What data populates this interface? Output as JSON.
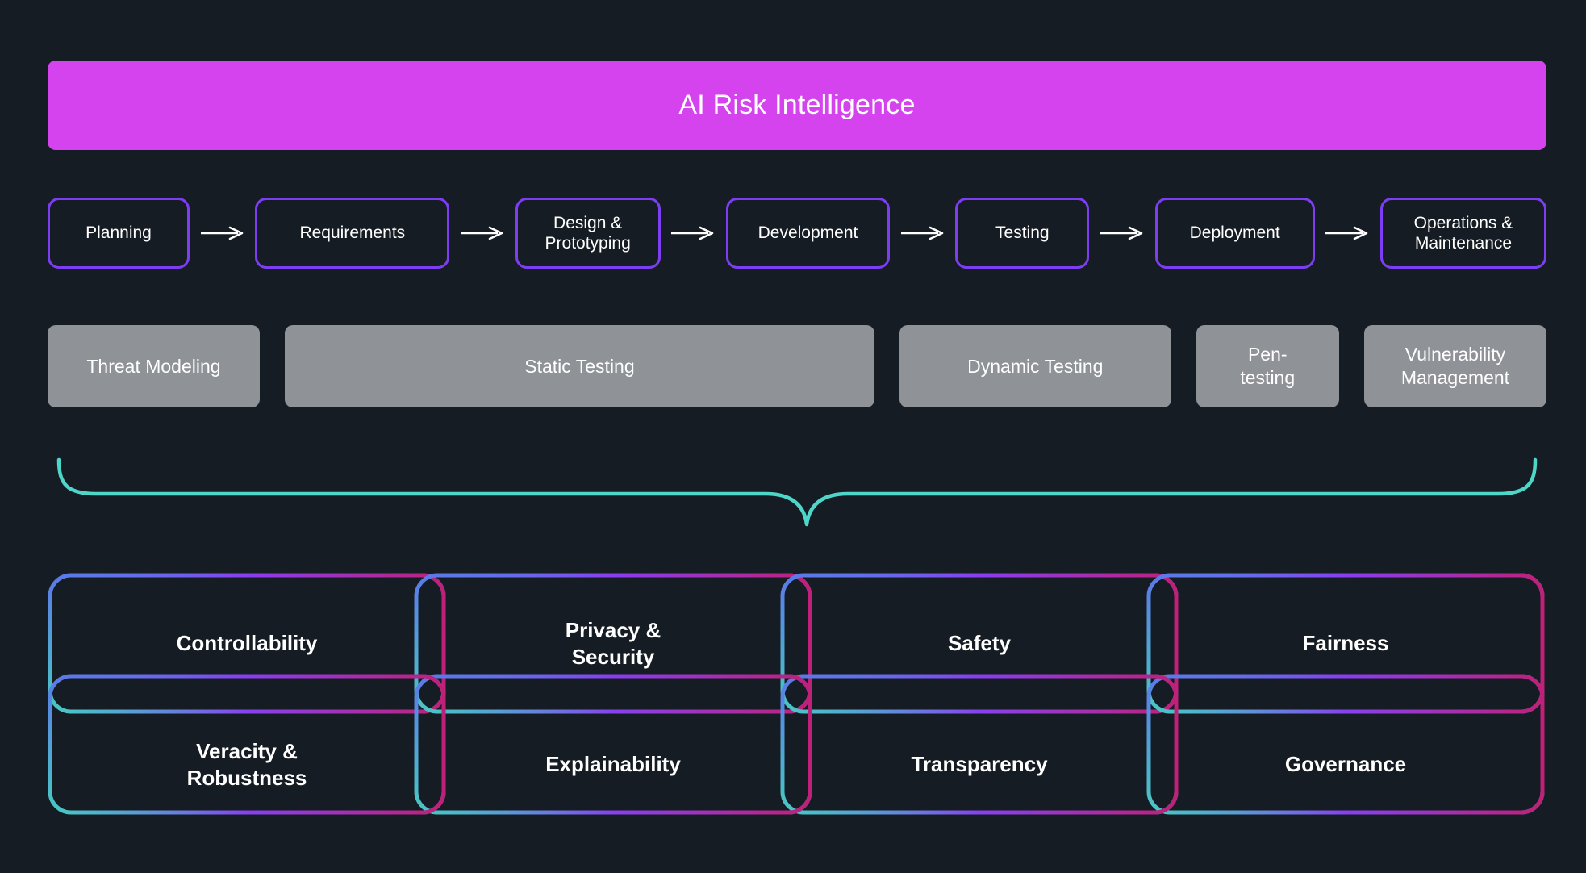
{
  "banner": {
    "title": "AI Risk Intelligence"
  },
  "lifecycle": {
    "phases": [
      "Planning",
      "Requirements",
      "Design & Prototyping",
      "Development",
      "Testing",
      "Deployment",
      "Operations & Maintenance"
    ]
  },
  "activities": {
    "items": [
      "Threat Modeling",
      "Static Testing",
      "Dynamic Testing",
      "Pen-testing",
      "Vulnerability Management"
    ]
  },
  "risk_dimensions": {
    "top_row": [
      "Controllability",
      "Privacy & Security",
      "Safety",
      "Fairness"
    ],
    "bottom_row": [
      "Veracity & Robustness",
      "Explainability",
      "Transparency",
      "Governance"
    ]
  },
  "colors": {
    "background": "#161c23",
    "banner_fill": "#d443ee",
    "phase_border": "#7d3ef3",
    "activity_fill": "#8f9297",
    "brace_stroke": "#4ed6c8",
    "gradient_blue": "#5b79e8",
    "gradient_teal": "#49c9c3",
    "gradient_violet": "#8b3af2",
    "gradient_magenta": "#bf2078",
    "text": "#ffffff"
  }
}
